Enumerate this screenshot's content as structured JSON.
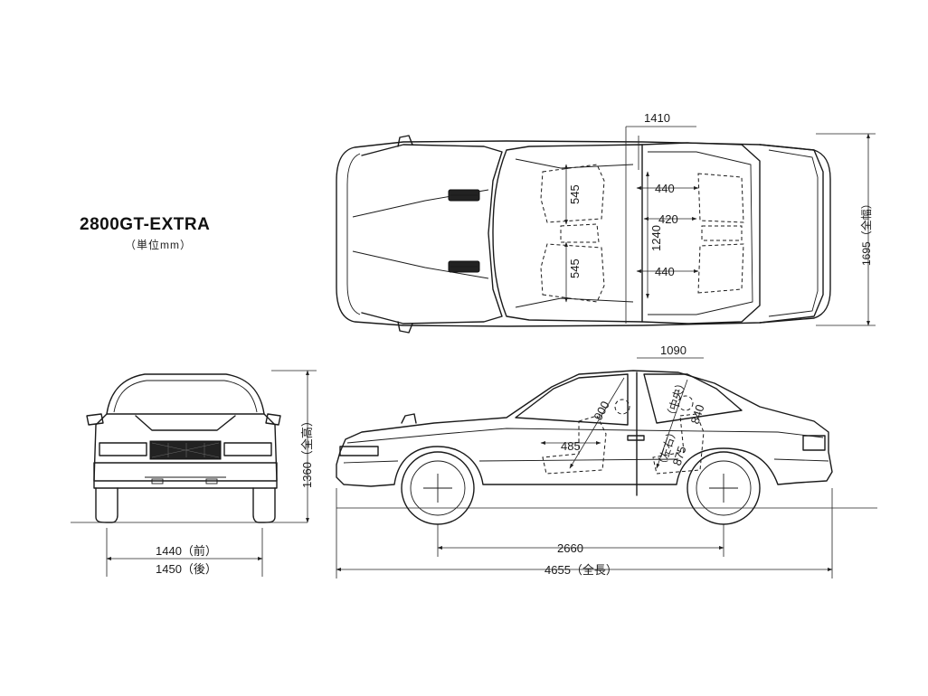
{
  "title": "2800GT-EXTRA",
  "subtitle": "（単位mm）",
  "dimensions": {
    "top_width_gap": "1410",
    "overall_width": "1695（全幅）",
    "seat_front": "545",
    "seat_rear": "545",
    "seat_440_top": "440",
    "seat_420": "420",
    "seat_1240": "1240",
    "seat_440_bottom": "440",
    "roof_length": "1090",
    "front_headroom": "900",
    "rear_headroom": "840",
    "rear_center_label": "（中央）",
    "rear_side_label": "（左右）",
    "rear_side_value": "875",
    "front_hip": "485",
    "height": "1360（全高）",
    "tread_front": "1440（前）",
    "tread_rear": "1450（後）",
    "wheelbase": "2660",
    "overall_length": "4655（全長）"
  }
}
